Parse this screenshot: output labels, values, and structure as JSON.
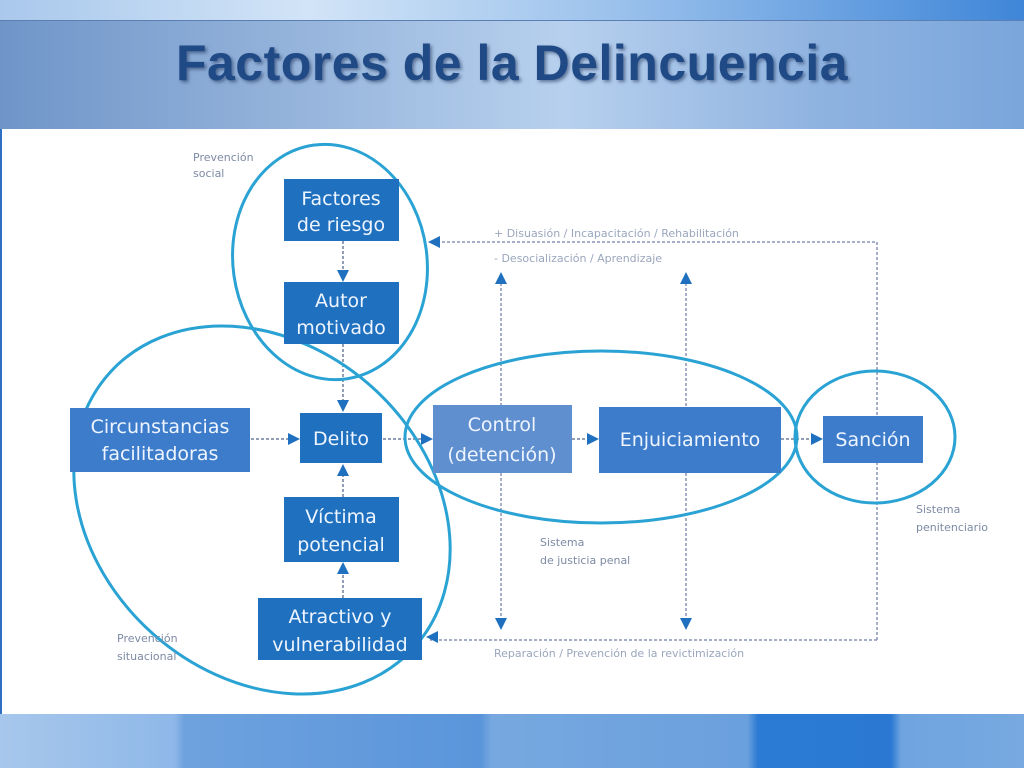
{
  "slide": {
    "title": "Factores de la Delincuencia"
  },
  "diagram": {
    "nodes": {
      "factores_riesgo": [
        "Factores",
        "de riesgo"
      ],
      "autor_motivado": [
        "Autor",
        "motivado"
      ],
      "circunstancias": [
        "Circunstancias",
        "facilitadoras"
      ],
      "delito": [
        "Delito"
      ],
      "victima": [
        "Víctima",
        "potencial"
      ],
      "atractivo": [
        "Atractivo y",
        "vulnerabilidad"
      ],
      "control": [
        "Control",
        "(detención)"
      ],
      "enjuiciamiento": [
        "Enjuiciamiento"
      ],
      "sancion": [
        "Sanción"
      ]
    },
    "groups": {
      "prevencion_social": [
        "Prevención",
        "social"
      ],
      "prevencion_situacional": [
        "Prevención",
        "situacional"
      ],
      "justicia_penal": [
        "Sistema",
        "de justicia penal"
      ],
      "penitenciario": [
        "Sistema",
        "penitenciario"
      ]
    },
    "feedback": {
      "top_line1": "+ Disuasión / Incapacitación / Rehabilitación",
      "top_line2": "- Desocialización / Aprendizaje",
      "bottom": "Reparación / Prevención de la revictimización"
    },
    "colors": {
      "box_dark": "#1f70bf",
      "box_light": "#5f8fcf",
      "ring": "#2aa3d4",
      "title": "#1f4a86"
    }
  }
}
